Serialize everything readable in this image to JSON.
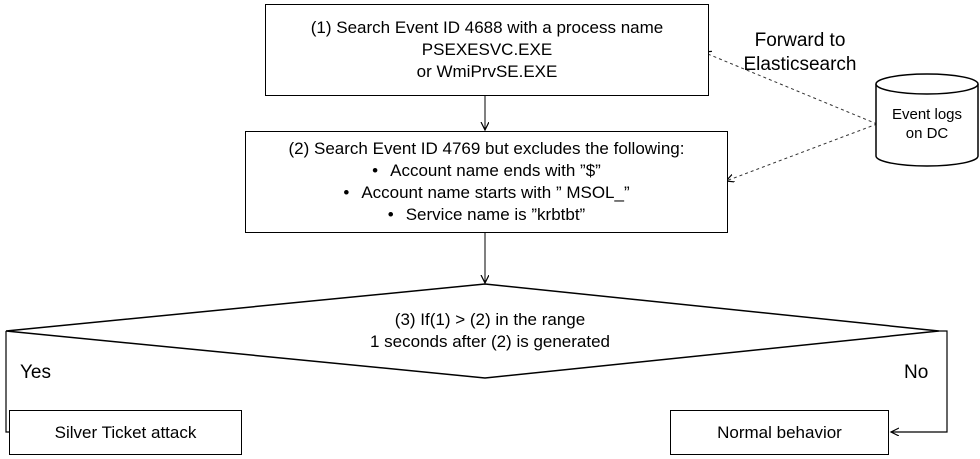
{
  "steps": {
    "step1": {
      "lines": [
        "(1) Search Event ID 4688 with a process name",
        "PSEXESVC.EXE",
        "or WmiPrvSE.EXE"
      ]
    },
    "step2": {
      "title": "(2) Search Event ID 4769 but excludes the following:",
      "bullets": [
        "Account name ends with ”$”",
        "Account name starts with ” MSOL_”",
        "Service name is ”krbtbt”"
      ]
    },
    "decision": {
      "lines": [
        "(3) If(1) > (2) in the range",
        "1 seconds after (2) is generated"
      ]
    }
  },
  "branches": {
    "yes": "Yes",
    "no": "No"
  },
  "results": {
    "yes_result": "Silver Ticket attack",
    "no_result": "Normal behavior"
  },
  "source": {
    "forward_label": [
      "Forward to",
      "Elasticsearch"
    ],
    "cylinder_label": [
      "Event logs",
      "on DC"
    ]
  }
}
